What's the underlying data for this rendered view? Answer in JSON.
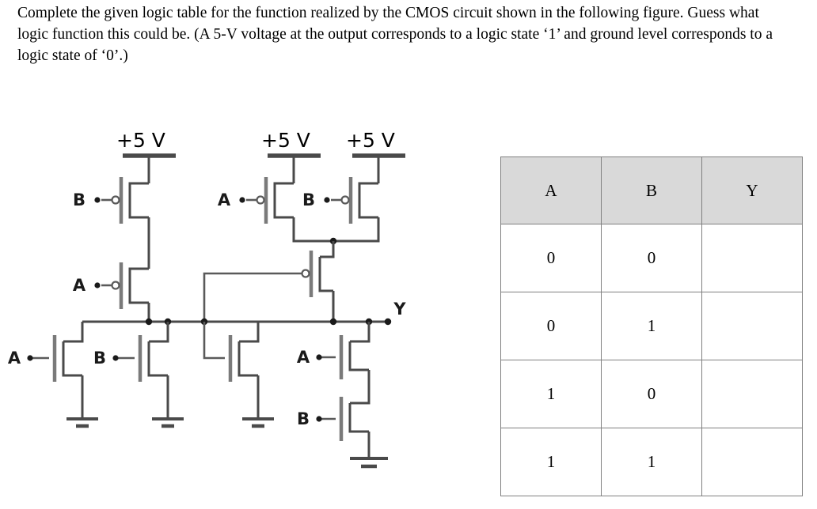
{
  "question": {
    "text": "Complete the given logic table for the function realized by the CMOS circuit shown in the following figure. Guess what logic function this could be. (A 5-V voltage at the output corresponds to a logic state ‘1’ and ground level corresponds to a logic state of ‘0’.)"
  },
  "circuit": {
    "supply_labels": [
      "+5 V",
      "+5 V",
      "+5 V"
    ],
    "output_label": "Y",
    "pmos": [
      {
        "id": "p1",
        "gate_label": "B"
      },
      {
        "id": "p2",
        "gate_label": "A"
      },
      {
        "id": "p3",
        "gate_label": "A"
      },
      {
        "id": "p4",
        "gate_label": "B"
      },
      {
        "id": "p5",
        "gate_label": ""
      }
    ],
    "nmos": [
      {
        "id": "n1",
        "gate_label": "A"
      },
      {
        "id": "n2",
        "gate_label": "B"
      },
      {
        "id": "n3",
        "gate_label": ""
      },
      {
        "id": "n4",
        "gate_label": "A"
      },
      {
        "id": "n5",
        "gate_label": "B"
      }
    ],
    "input_labels": [
      "A",
      "B"
    ]
  },
  "table": {
    "headers": [
      "A",
      "B",
      "Y"
    ],
    "rows": [
      [
        "0",
        "0",
        ""
      ],
      [
        "0",
        "1",
        ""
      ],
      [
        "1",
        "0",
        ""
      ],
      [
        "1",
        "1",
        ""
      ]
    ]
  },
  "colors": {
    "header_fill": "#d9d9d9",
    "border": "#808080",
    "wire": "#4a4a4a",
    "text": "#000000"
  }
}
